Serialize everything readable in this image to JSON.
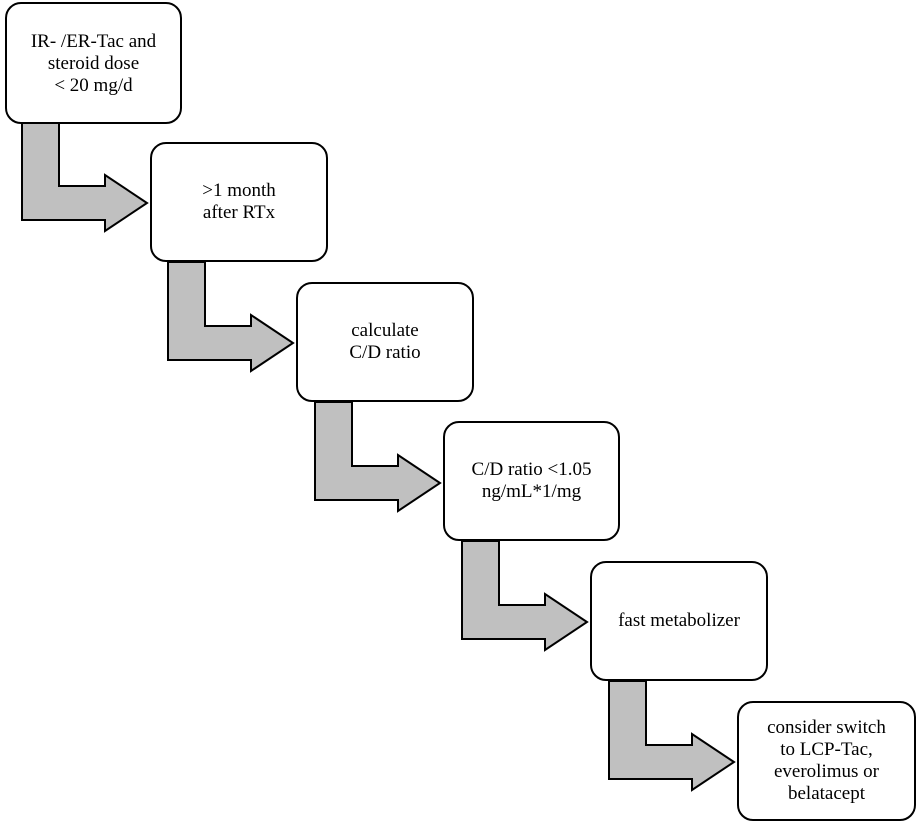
{
  "colors": {
    "arrow_fill": "#c0c0c0",
    "arrow_stroke": "#000000",
    "box_border": "#000000",
    "box_fill": "#ffffff"
  },
  "steps": [
    {
      "text": "IR- /ER-Tac and\nsteroid dose\n< 20 mg/d"
    },
    {
      "text": ">1 month\nafter RTx"
    },
    {
      "text": "calculate\nC/D ratio"
    },
    {
      "text": "C/D ratio <1.05\nng/mL*1/mg"
    },
    {
      "text": "fast metabolizer"
    },
    {
      "text": "consider switch\nto LCP-Tac,\neverolimus or\nbelatacept"
    }
  ]
}
